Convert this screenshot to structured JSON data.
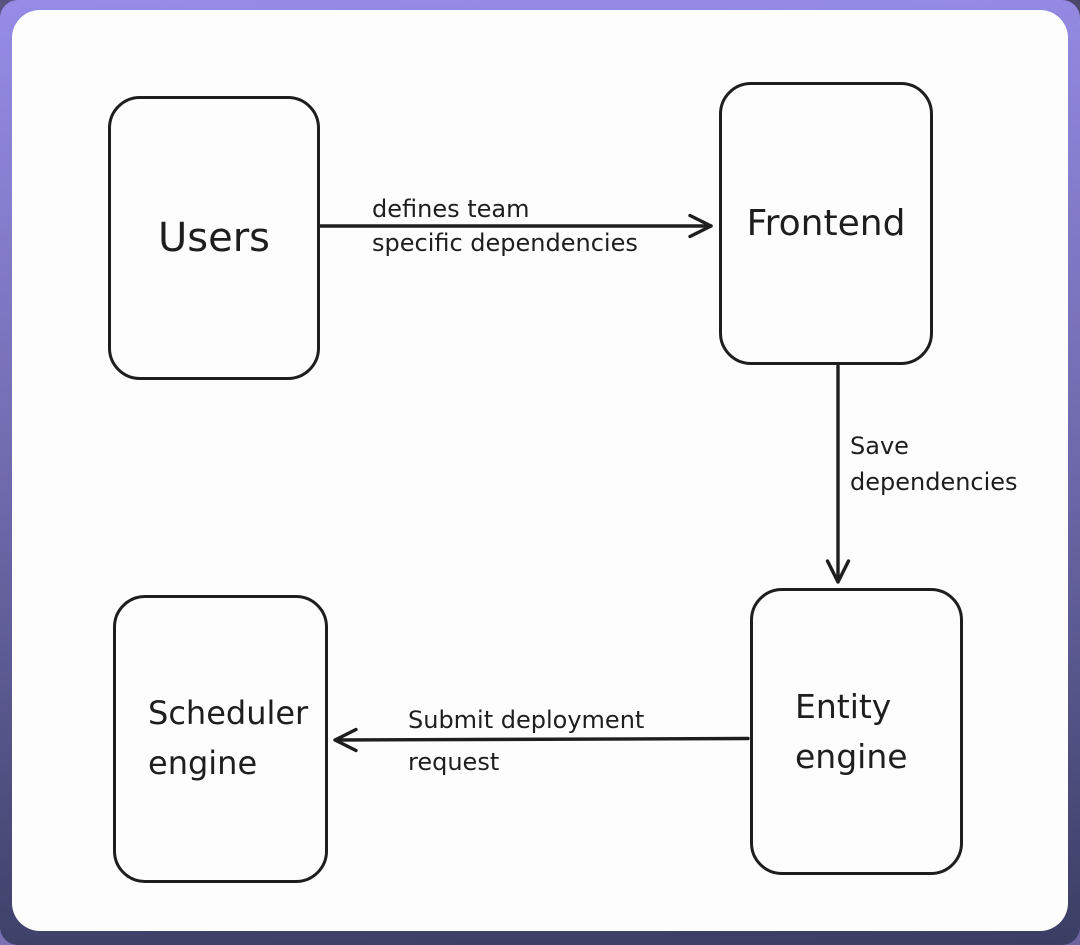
{
  "diagram": {
    "title": "deployment-flow-diagram",
    "colors": {
      "stroke": "#1e1e1e",
      "canvas_background": "#fdfdfd",
      "frame_gradient_top": "#968ce7",
      "frame_gradient_bottom": "#3a3e63"
    },
    "nodes": [
      {
        "id": "users",
        "label": "Users",
        "lines": [
          "Users"
        ]
      },
      {
        "id": "frontend",
        "label": "Frontend",
        "lines": [
          "Frontend"
        ]
      },
      {
        "id": "entity-engine",
        "label": "Entity engine",
        "lines": [
          "Entity",
          "engine"
        ]
      },
      {
        "id": "scheduler-engine",
        "label": "Scheduler engine",
        "lines": [
          "Scheduler",
          "engine"
        ]
      }
    ],
    "edges": [
      {
        "from": "users",
        "to": "frontend",
        "direction": "right",
        "label": "defines team specific dependencies",
        "label_lines": [
          "defines team",
          "specific dependencies"
        ]
      },
      {
        "from": "frontend",
        "to": "entity-engine",
        "direction": "down",
        "label": "Save dependencies",
        "label_lines": [
          "Save",
          "dependencies"
        ]
      },
      {
        "from": "entity-engine",
        "to": "scheduler-engine",
        "direction": "left",
        "label": "Submit deployment request",
        "label_lines": [
          "Submit deployment",
          "request"
        ]
      }
    ]
  }
}
